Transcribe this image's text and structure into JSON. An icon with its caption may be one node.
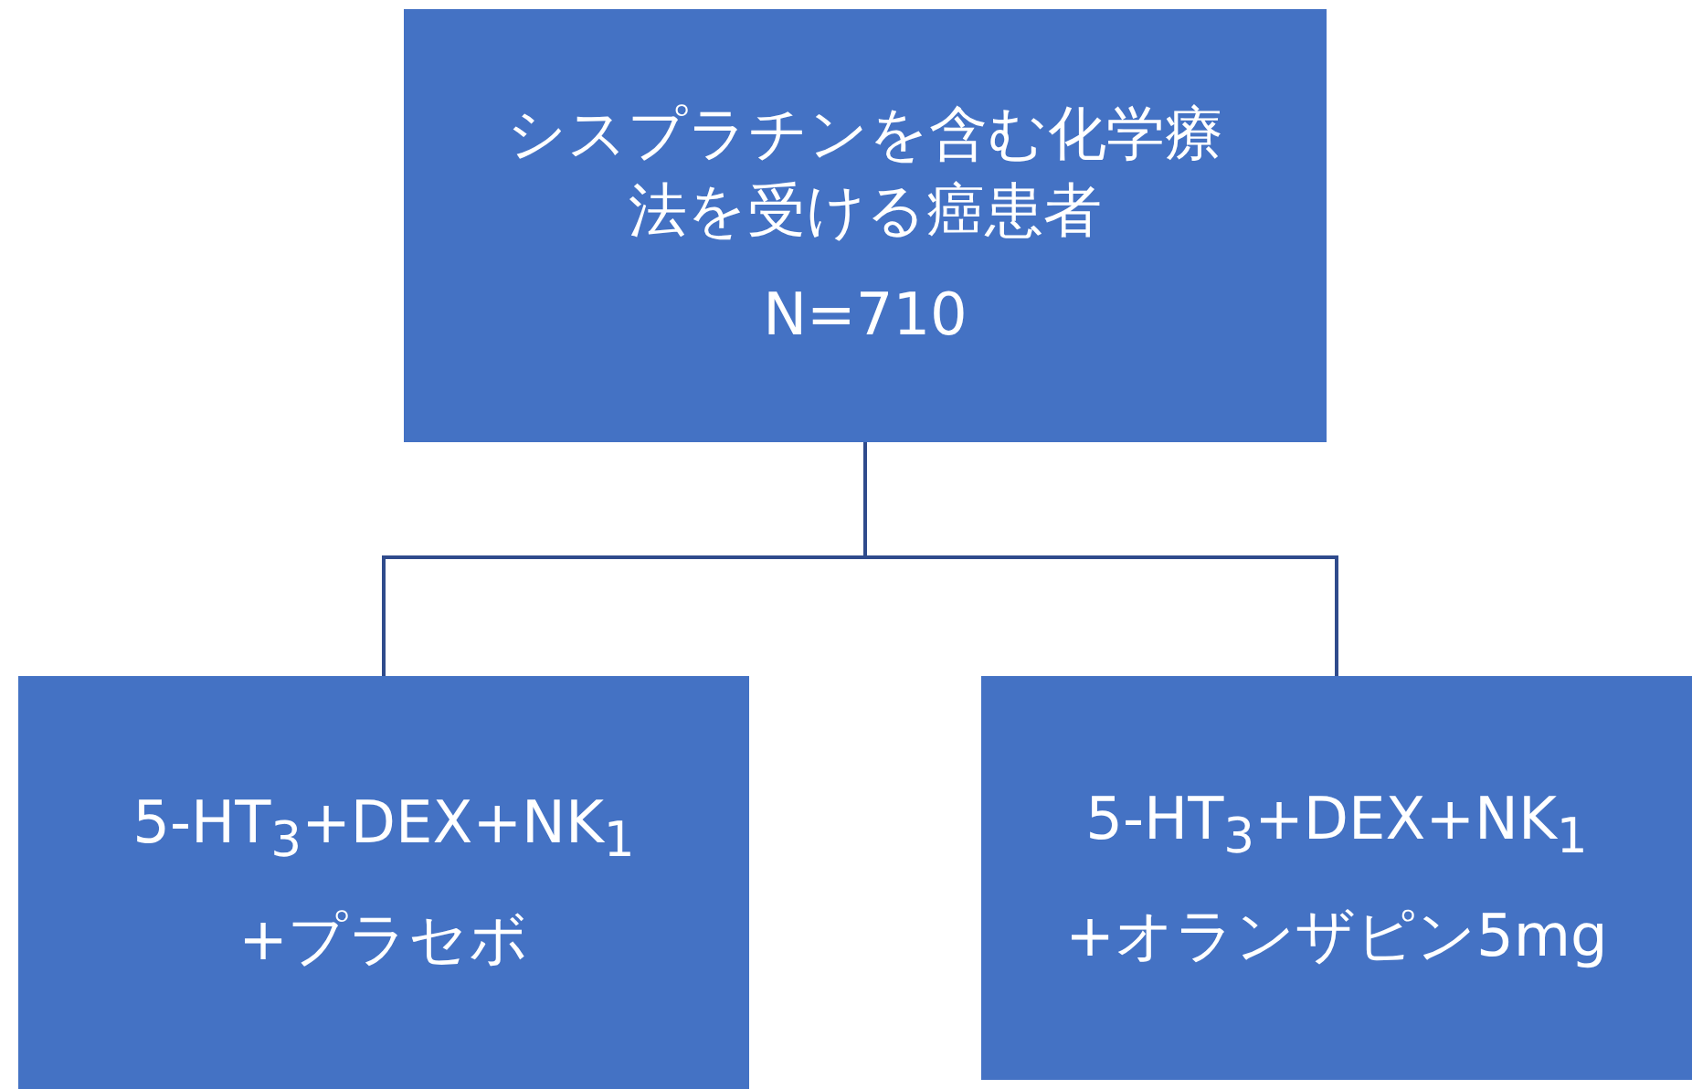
{
  "diagram": {
    "nodes": [
      {
        "text": [
          "シスプラチンを含む化学療法を受ける癌患者",
          "N=710"
        ]
      },
      {
        "text": [
          "5-HT$_{3}$+DEX+NK$_{1}$",
          "+プラセボ"
        ]
      },
      {
        "text": [
          "5-HT$_{3}$+DEX+NK$_{1}$",
          "+オランザピン5mg"
        ]
      }
    ],
    "edges": [
      {
        "from": 0,
        "to": 1,
        "arrow": "none"
      },
      {
        "from": 0,
        "to": 2,
        "arrow": "none"
      }
    ]
  }
}
